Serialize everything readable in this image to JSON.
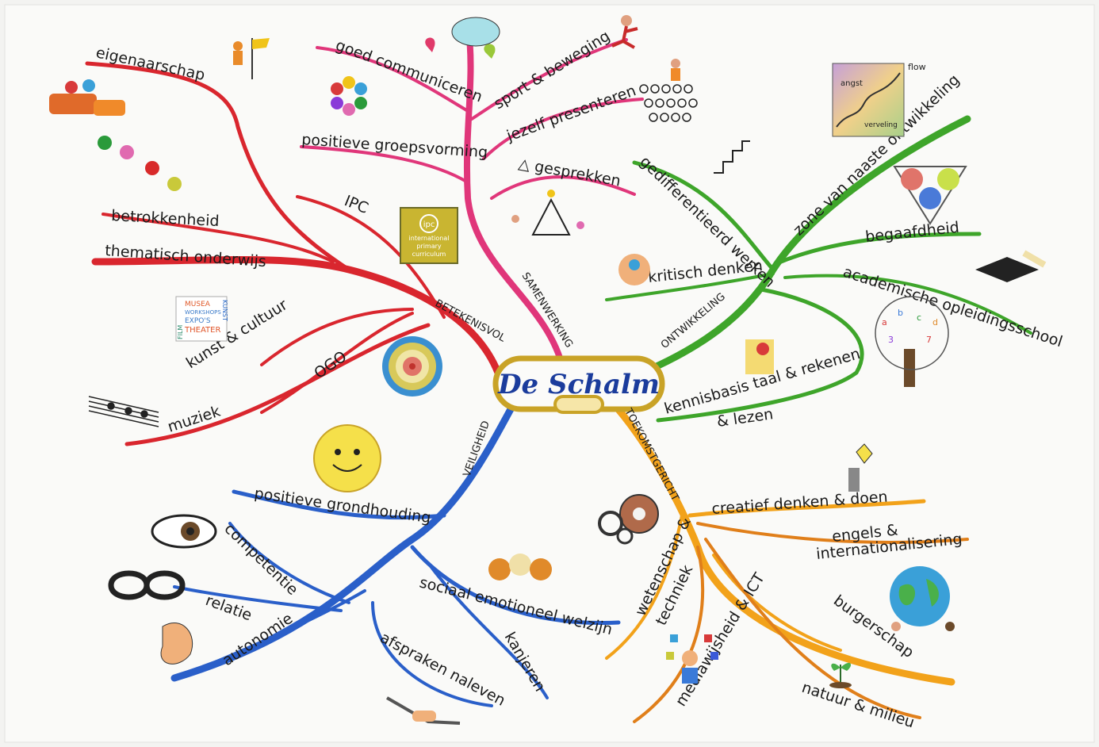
{
  "center": {
    "title": "De Schalm"
  },
  "colors": {
    "red": "#d9262e",
    "pink": "#e0367a",
    "green": "#3ea52a",
    "blue": "#2a5fc9",
    "orange": "#f2a21a"
  },
  "branches": {
    "red": {
      "main": "BETEKENISVOL",
      "subs": [
        "eigenaarschap",
        "betrokkenheid",
        "thematisch onderwijs",
        "IPC",
        "kunst & cultuur",
        "OGO",
        "muziek"
      ]
    },
    "pink": {
      "main": "SAMENWERKING",
      "subs": [
        "goed communiceren",
        "sport & beweging",
        "jezelf presenteren",
        "positieve groepsvorming",
        "△ gesprekken"
      ]
    },
    "green": {
      "main": "ONTWIKKELING",
      "subs": [
        "gedifferentieerd werken",
        "zone van naaste ontwikkeling",
        "begaafdheid",
        "academische opleidingsschool",
        "kritisch denken",
        "kennisbasis taal & rekenen",
        "& lezen"
      ]
    },
    "blue": {
      "main": "VEILIGHEID",
      "subs": [
        "positieve grondhouding",
        "competentie",
        "relatie",
        "autonomie",
        "sociaal emotioneel welzijn",
        "kanjeren",
        "afspraken naleven"
      ]
    },
    "orange": {
      "main": "TOEKOMSTGERICHT",
      "subs": [
        "creatief denken & doen",
        "engels &",
        "internationalisering",
        "wetenschap &",
        "techniek",
        "burgerschap",
        "mediawijsheid & ICT",
        "natuur & milieu"
      ]
    }
  },
  "images": {
    "ipc_logo": [
      "ipc",
      "international",
      "primary",
      "curriculum"
    ],
    "flow_chart": {
      "top": "flow",
      "upper": "angst",
      "lower": "verveling"
    },
    "culture_sign": [
      "MUSEA",
      "WORKSHOPS",
      "EXPO'S",
      "THEATER",
      "FILM",
      "KUNST"
    ]
  }
}
